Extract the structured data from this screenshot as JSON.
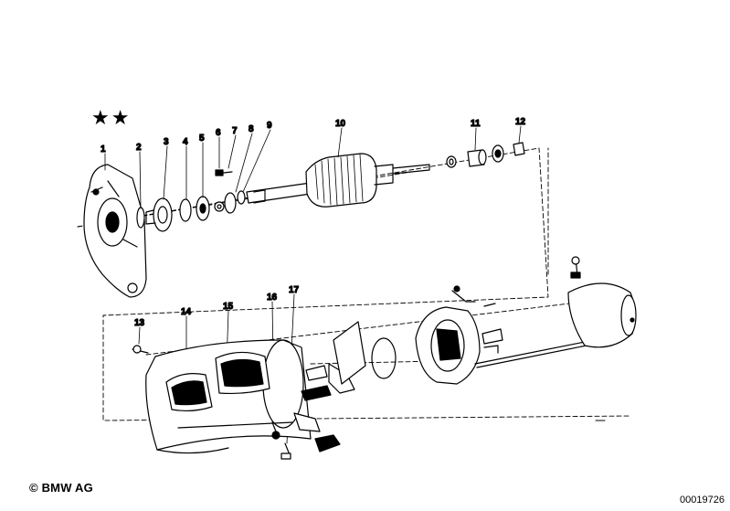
{
  "diagram": {
    "stars": "★★",
    "callouts": [
      "1",
      "2",
      "3",
      "4",
      "5",
      "6",
      "7",
      "8",
      "9",
      "10",
      "11",
      "12",
      "13",
      "14",
      "15",
      "16",
      "17"
    ],
    "copyright": "© BMW AG",
    "image_number": "00019726"
  }
}
